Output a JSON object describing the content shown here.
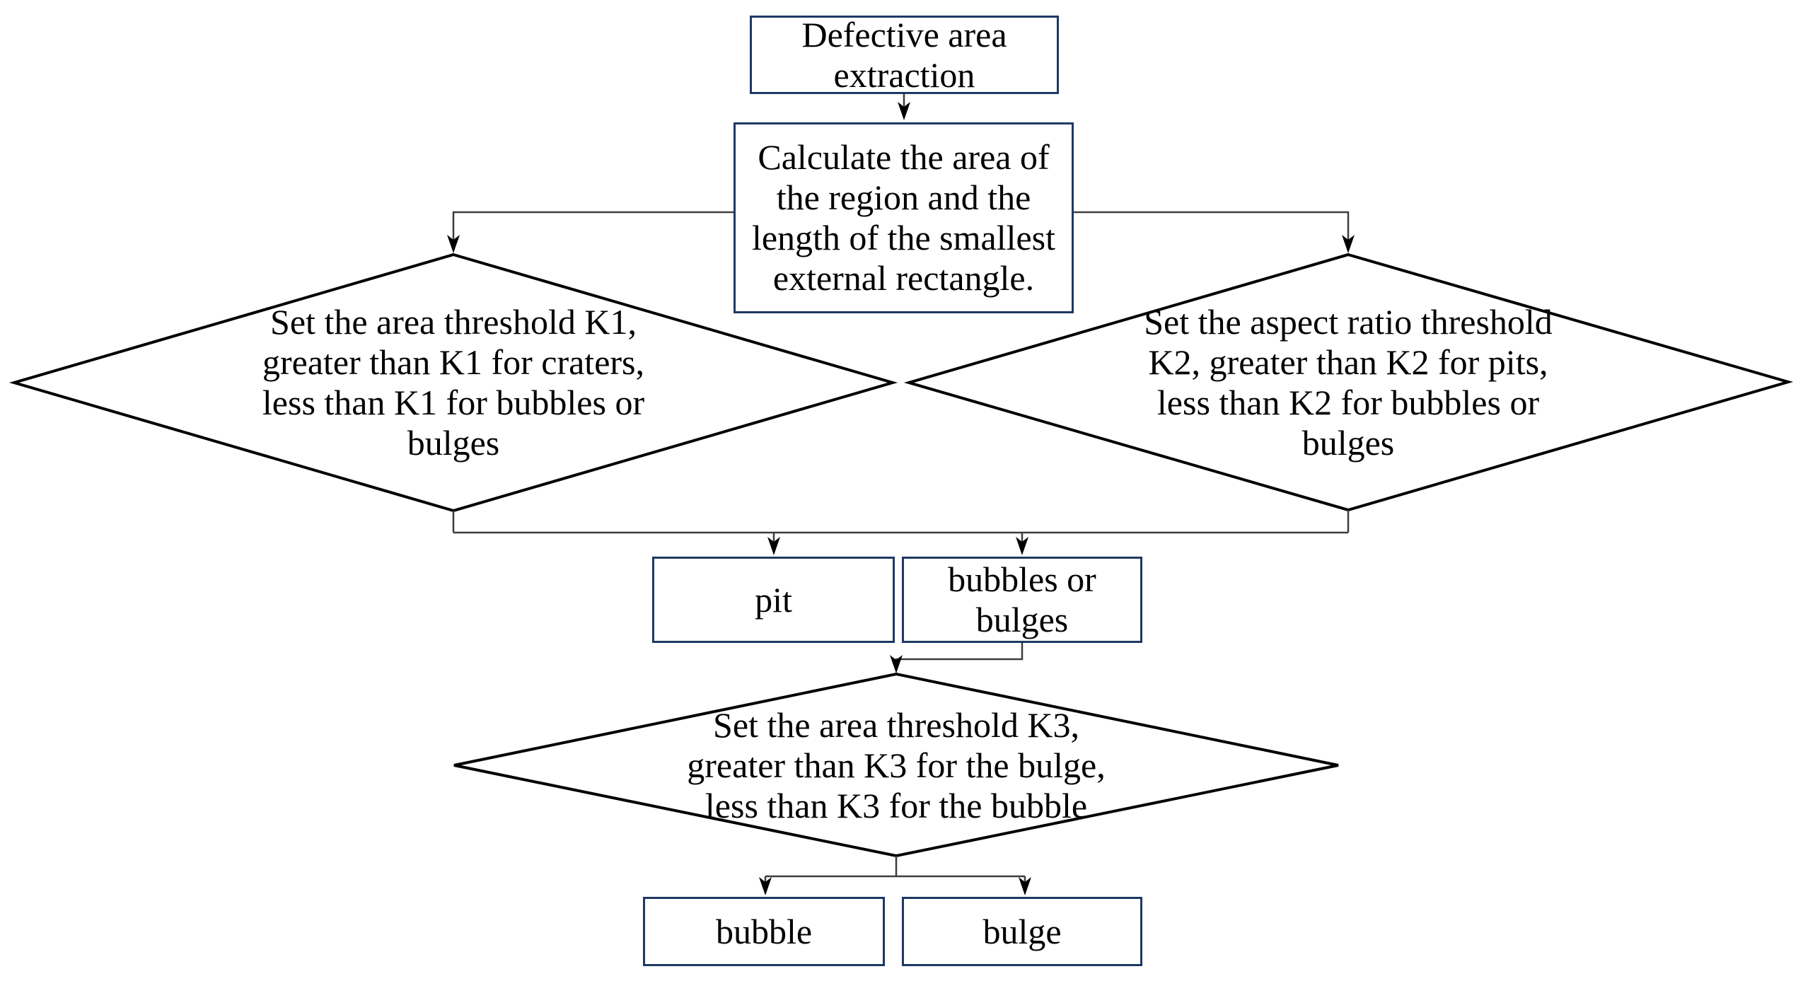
{
  "colors": {
    "background": "#ffffff",
    "box_border": "#1f3864",
    "diamond_stroke": "#000000",
    "connector": "#3d3d3d",
    "text": "#000000"
  },
  "nodes": {
    "extract": {
      "label": "Defective area\nextraction"
    },
    "calc": {
      "label": "Calculate the area of\nthe region and the\nlength of the smallest\nexternal rectangle."
    },
    "k1": {
      "label": "Set the area threshold K1,\ngreater than K1 for craters,\nless than K1 for bubbles or\nbulges"
    },
    "k2": {
      "label": "Set the aspect ratio threshold\nK2, greater than K2 for pits,\nless than K2 for bubbles or\nbulges"
    },
    "pit": {
      "label": "pit"
    },
    "bubbles_or_bulges": {
      "label": "bubbles or\nbulges"
    },
    "k3": {
      "label": "Set the area threshold K3,\ngreater than K3 for the bulge,\nless than K3 for the bubble"
    },
    "bubble": {
      "label": "bubble"
    },
    "bulge": {
      "label": "bulge"
    }
  }
}
